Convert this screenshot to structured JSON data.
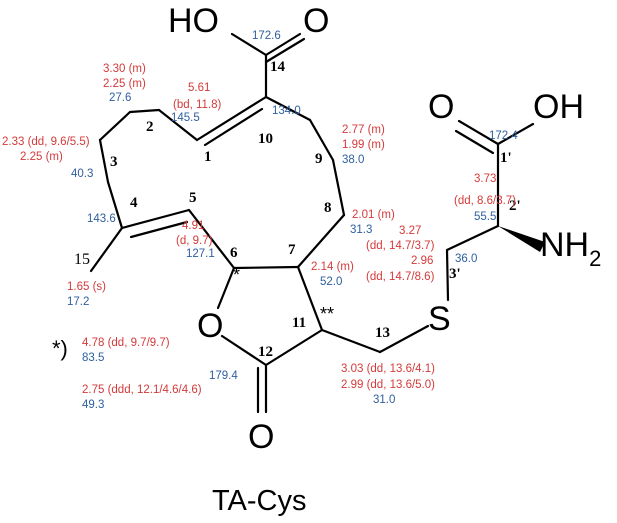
{
  "compound_name": "TA-Cys",
  "atoms": {
    "ho_top": "HO",
    "o_top": "O",
    "o_ring": "O",
    "o_carbonyl": "O",
    "s": "S",
    "o_cys": "O",
    "oh_cys": "OH",
    "nh": "NH",
    "nh_sub": "2"
  },
  "positions": {
    "p1": "1",
    "p2": "2",
    "p3": "3",
    "p4": "4",
    "p5": "5",
    "p6": "6",
    "p7": "7",
    "p8": "8",
    "p9": "9",
    "p10": "10",
    "p11": "11",
    "p12": "12",
    "p13": "13",
    "p14": "14",
    "p15": "15",
    "p1p": "1'",
    "p2p": "2'",
    "p3p": "3'"
  },
  "stars": {
    "c6": "*",
    "c11": "**"
  },
  "c13_shifts": {
    "c14": "172.6",
    "c2": "27.6",
    "c1": "145.5",
    "c10": "134.0",
    "c3": "40.3",
    "c9": "38.0",
    "c4": "143.6",
    "c8": "31.3",
    "c6": "127.1",
    "c7": "52.0",
    "c15": "17.2",
    "c12": "179.4",
    "c11_foot": "83.5",
    "c13": "31.0",
    "c11": "49.3",
    "c1p": "172.4",
    "c2p": "55.5",
    "c3p": "36.0"
  },
  "h1_shifts": {
    "h2a": "3.30 (m)",
    "h2b": "2.25 (m)",
    "h1": "5.61",
    "h1_mult": "(bd, 11.8)",
    "h3a": "2.33 (dd, 9.6/5.5)",
    "h3b": "2.25 (m)",
    "h9a": "2.77 (m)",
    "h9b": "1.99 (m)",
    "h8": "2.01 (m)",
    "h5": "4.91",
    "h5_mult": "(d, 9.7)",
    "h7": "2.14 (m)",
    "h15": "1.65 (s)",
    "h6": "4.78 (dd, 9.7/9.7)",
    "h11": "2.75 (ddd, 12.1/4.6/4.6)",
    "h13a": "3.03 (dd, 13.6/4.1)",
    "h13b": "2.99 (dd, 13.6/5.0)",
    "h2p": "3.73",
    "h2p_mult": "(dd, 8.6/3.7)",
    "h3pa": "3.27",
    "h3pa_mult": "(dd, 14.7/3.7)",
    "h3pb": "2.96",
    "h3pb_mult": "(dd, 14.7/8.6)"
  },
  "footnote": {
    "marker": "*)"
  },
  "colors": {
    "c13_label": "#2e5f9e",
    "h1_label": "#d43a3a",
    "bond": "#000000"
  }
}
